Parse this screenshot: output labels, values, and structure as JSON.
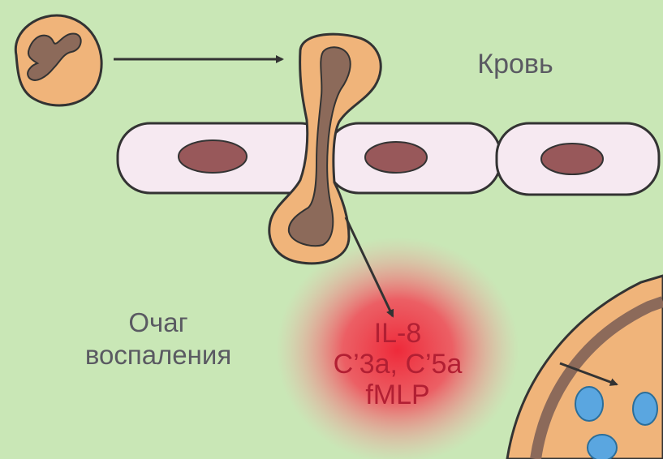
{
  "labels": {
    "blood": "Кровь",
    "inflammation_focus": [
      "Очаг",
      "воспаления"
    ]
  },
  "chemoattractants": [
    "IL-8",
    "C’3a, C’5a",
    "fMLP"
  ],
  "colors": {
    "background": "#c9e7b6",
    "neutrophil_body": "#f0b47a",
    "neutrophil_nucleus": "#8c6a5a",
    "endothelium": "#f6e9f1",
    "endothelial_nucleus": "#98585a",
    "chemokine_glow": "#ee2a3a",
    "chemokine_text": "#b21f33",
    "vesicles": "#5aa6e0",
    "outline": "#333333",
    "label_text": "#5a5a62"
  }
}
